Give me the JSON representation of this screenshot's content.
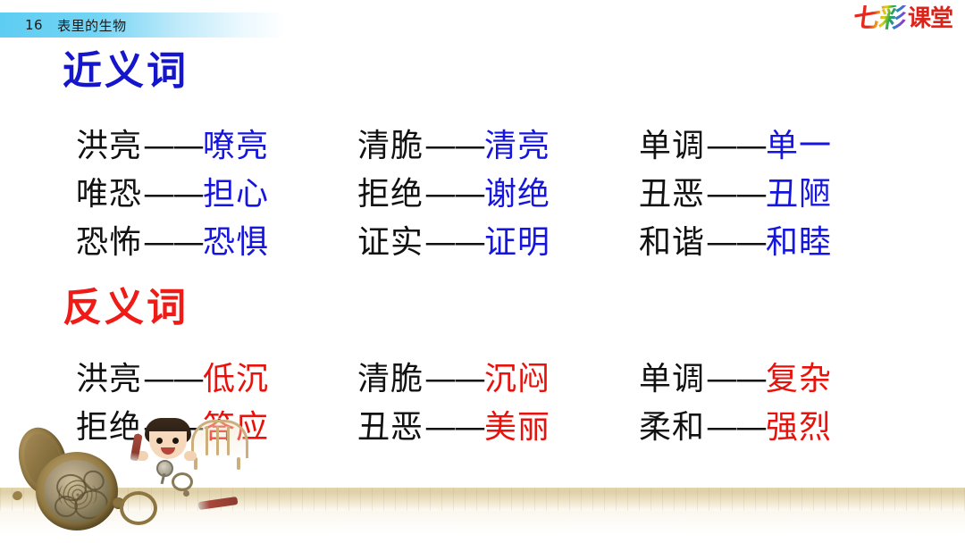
{
  "header": {
    "lesson_number": "16",
    "lesson_title": "表里的生物",
    "bar_color": "#5ecdf2"
  },
  "logo": {
    "brush_text": "七彩",
    "box_text": "课堂",
    "brand_color": "#d9241c"
  },
  "sections": [
    {
      "id": "synonyms",
      "heading": "近义词",
      "heading_color": "#1515cc",
      "answer_color": "#1515dd",
      "connector": "——",
      "columns": [
        {
          "pairs": [
            {
              "left": "洪亮",
              "right": "嘹亮"
            },
            {
              "left": "唯恐",
              "right": "担心"
            },
            {
              "left": "恐怖",
              "right": "恐惧"
            }
          ]
        },
        {
          "pairs": [
            {
              "left": "清脆",
              "right": "清亮"
            },
            {
              "left": "拒绝",
              "right": "谢绝"
            },
            {
              "left": "证实",
              "right": "证明"
            }
          ]
        },
        {
          "pairs": [
            {
              "left": "单调",
              "right": "单一"
            },
            {
              "left": "丑恶",
              "right": "丑陋"
            },
            {
              "left": "和谐",
              "right": "和睦"
            }
          ]
        }
      ]
    },
    {
      "id": "antonyms",
      "heading": "反义词",
      "heading_color": "#ee1b17",
      "answer_color": "#e8120c",
      "connector": "——",
      "columns": [
        {
          "pairs": [
            {
              "left": "洪亮",
              "right": "低沉"
            },
            {
              "left": "拒绝",
              "right": "答应"
            }
          ]
        },
        {
          "pairs": [
            {
              "left": "清脆",
              "right": "沉闷"
            },
            {
              "left": "丑恶",
              "right": "美丽"
            }
          ]
        },
        {
          "pairs": [
            {
              "left": "单调",
              "right": "复杂"
            },
            {
              "left": "柔和",
              "right": "强烈"
            }
          ]
        }
      ]
    }
  ],
  "illustration": {
    "description": "pocket-watch-and-boy-illustration",
    "items": [
      "pocket-watch",
      "watch-lid",
      "boy",
      "chair",
      "screwdriver",
      "magnifier",
      "gears"
    ],
    "table_color": "#e4d4ae"
  }
}
